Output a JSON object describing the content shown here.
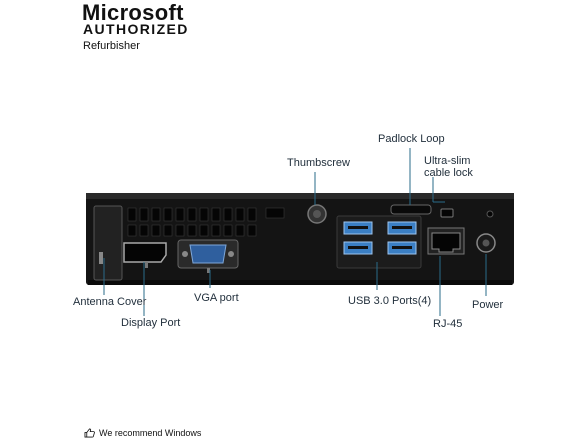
{
  "brand": {
    "name": "Microsoft",
    "authorized": "AUTHORIZED",
    "subtitle": "Refurbisher"
  },
  "labels": {
    "padlock_loop": "Padlock Loop",
    "thumbscrew": "Thumbscrew",
    "cable_lock": [
      "Ultra-slim",
      "cable lock"
    ],
    "antenna_cover": "Antenna Cover",
    "display_port": "Display Port",
    "vga_port": "VGA port",
    "usb_ports": "USB 3.0 Ports(4)",
    "rj45": "RJ-45",
    "power": "Power"
  },
  "footer": {
    "text": "We recommend Windows",
    "icon": "thumbs-up-icon"
  },
  "colors": {
    "usb_blue": "#3b7fc4",
    "leader_line": "#2a6b8a",
    "chassis": "#1a1a1a"
  }
}
